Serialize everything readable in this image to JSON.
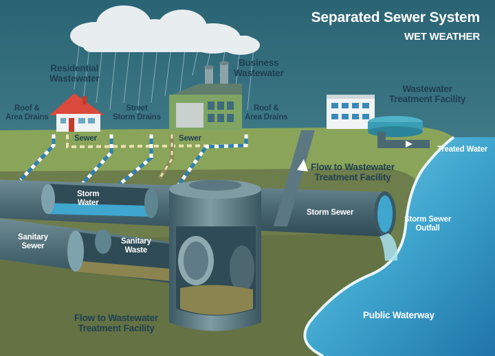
{
  "header": {
    "title": "Separated Sewer System",
    "subtitle": "WET WEATHER"
  },
  "labels": {
    "residential": "Residential\nWastewater",
    "business": "Business\nWastewater",
    "roof_left": "Roof &\nArea Drains",
    "street": "Street\nStorm Drains",
    "roof_right": "Roof &\nArea Drains",
    "sewer_left": "Sewer",
    "sewer_right": "Sewer",
    "facility": "Wastewater\nTreatment Facility",
    "treated": "Treated Water",
    "flow_upper": "Flow to Wastewater\nTreatment Facility",
    "storm_water": "Storm\nWater",
    "storm_sewer": "Storm Sewer",
    "outfall": "Storm Sewer\nOutfall",
    "sanitary_sewer": "Sanitary\nSewer",
    "sanitary_waste": "Sanitary\nWaste",
    "flow_lower": "Flow to Wastewater\nTreatment Facility",
    "waterway": "Public Waterway"
  },
  "colors": {
    "sky": "#2f6f7d",
    "grass": "#8aa55a",
    "soil": "#6e7d4c",
    "pipe": "#4f6e78",
    "water": "#3fa6cf",
    "waste": "#8b8450",
    "label_dark": "#1f3f52"
  }
}
